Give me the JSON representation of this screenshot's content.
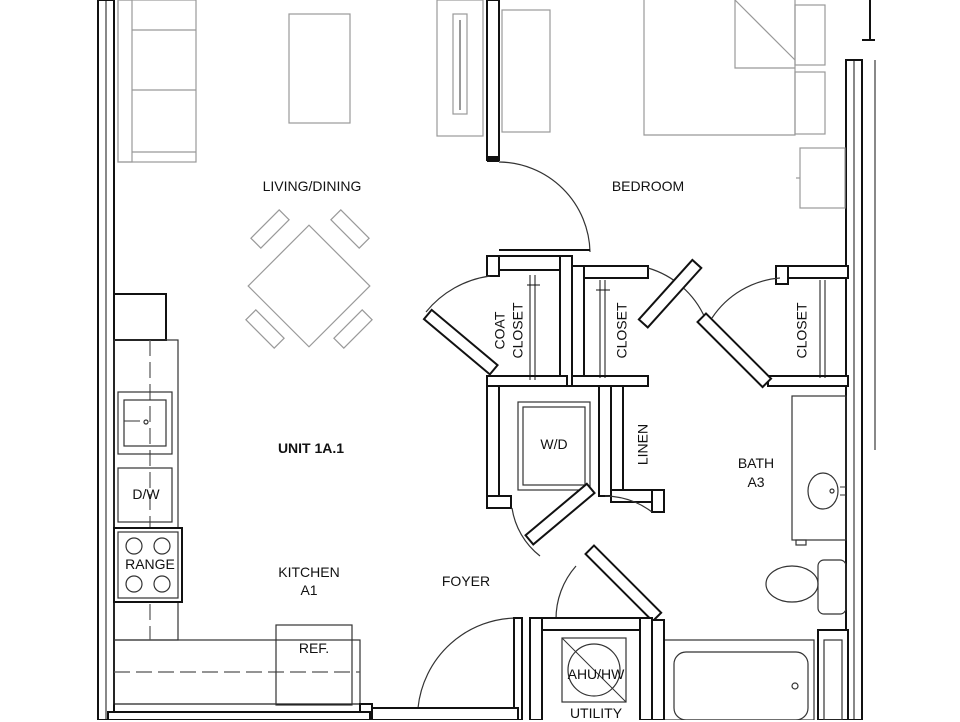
{
  "plan": {
    "unit_label": "UNIT 1A.1",
    "rooms": {
      "living_dining": "LIVING/DINING",
      "bedroom": "BEDROOM",
      "coat_closet_line1": "COAT",
      "coat_closet_line2": "CLOSET",
      "closet_center": "CLOSET",
      "closet_right": "CLOSET",
      "washer_dryer": "W/D",
      "linen": "LINEN",
      "bath_line1": "BATH",
      "bath_line2": "A3",
      "dishwasher": "D/W",
      "range": "RANGE",
      "kitchen_line1": "KITCHEN",
      "kitchen_line2": "A1",
      "foyer": "FOYER",
      "refrigerator": "REF.",
      "ahu": "AHU/HW",
      "utility": "UTILITY"
    }
  }
}
